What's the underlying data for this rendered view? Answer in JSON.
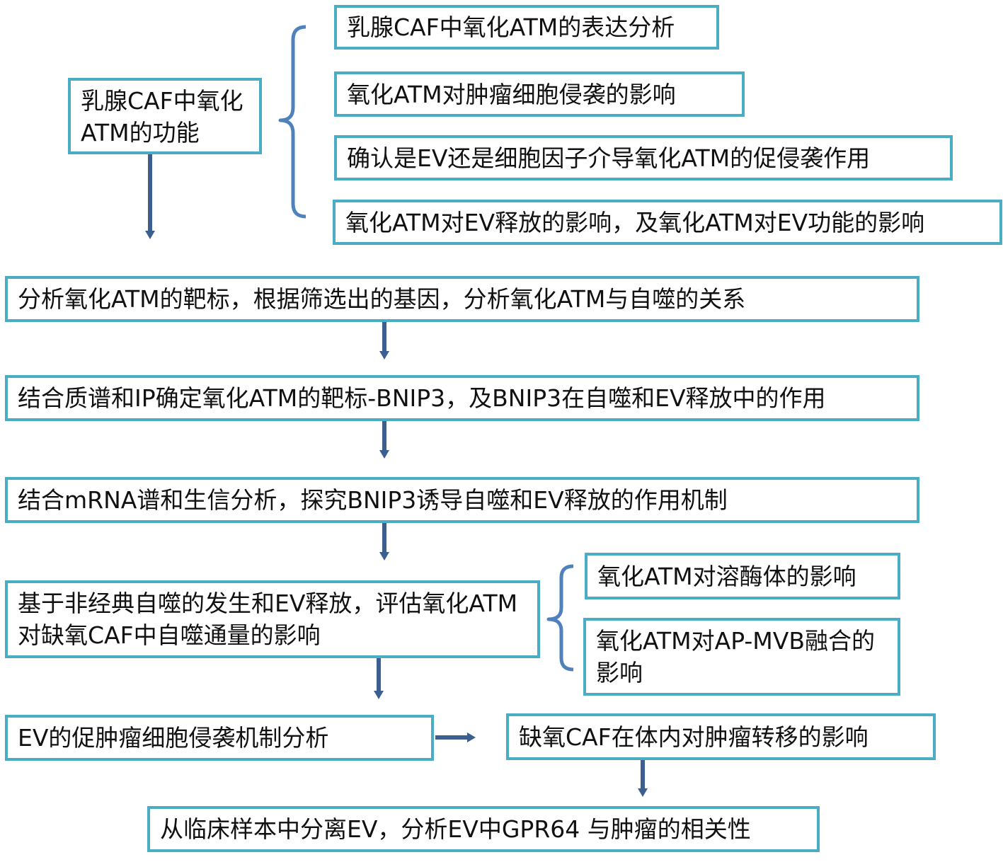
{
  "top": {
    "main": "乳腺CAF中氧化ATM的功能",
    "sub": [
      "乳腺CAF中氧化ATM的表达分析",
      "氧化ATM对肿瘤细胞侵袭的影响",
      "确认是EV还是细胞因子介导氧化ATM的促侵袭作用",
      "氧化ATM对EV释放的影响，及氧化ATM对EV功能的影响"
    ]
  },
  "steps": [
    "分析氧化ATM的靶标，根据筛选出的基因，分析氧化ATM与自噬的关系",
    "结合质谱和IP确定氧化ATM的靶标-BNIP3，及BNIP3在自噬和EV释放中的作用",
    "结合mRNA谱和生信分析，探究BNIP3诱导自噬和EV释放的作用机制"
  ],
  "autophagy": {
    "main": "基于非经典自噬的发生和EV释放，评估氧化ATM对缺氧CAF中自噬通量的影响",
    "sub": [
      "氧化ATM对溶酶体的影响",
      "氧化ATM对AP-MVB融合的影响"
    ]
  },
  "ev_mechanism": "EV的促肿瘤细胞侵袭机制分析",
  "invivo": "缺氧CAF在体内对肿瘤转移的影响",
  "clinical": "从临床样本中分离EV，分析EV中GPR64 与肿瘤的相关性",
  "colors": {
    "box_border": "#4bacc6",
    "arrow": "#3b5f8f",
    "brace": "#4f81bd"
  }
}
